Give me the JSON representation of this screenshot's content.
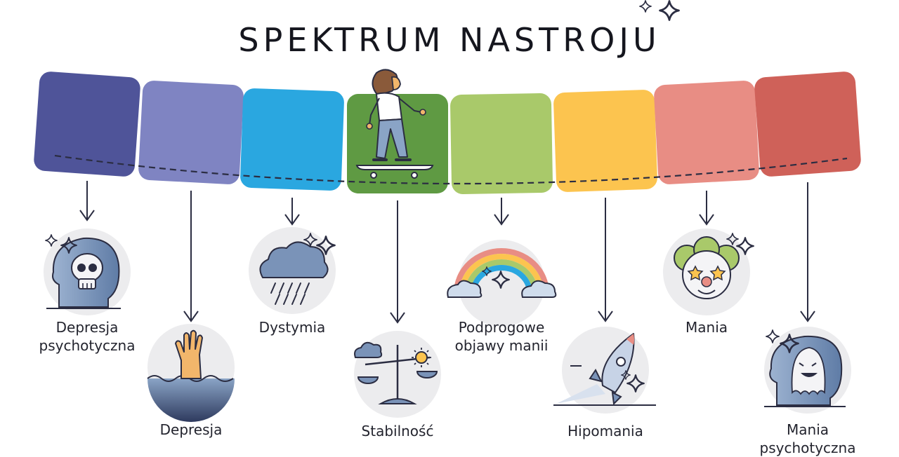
{
  "title": "SPEKTRUM NASTROJU",
  "colors": [
    "#4f5499",
    "#7f84c2",
    "#2aa7e0",
    "#5f9a43",
    "#a9c96a",
    "#fcc44f",
    "#e88d84",
    "#cf6159"
  ],
  "states": [
    {
      "label_line1": "Depresja",
      "label_line2": "psychotyczna",
      "icon": "skull-head-icon"
    },
    {
      "label_line1": "Depresja",
      "label_line2": "",
      "icon": "drowning-hand-icon"
    },
    {
      "label_line1": "Dystymia",
      "label_line2": "",
      "icon": "rain-cloud-icon"
    },
    {
      "label_line1": "Stabilność",
      "label_line2": "",
      "icon": "balance-scale-icon"
    },
    {
      "label_line1": "Podprogowe",
      "label_line2": "objawy manii",
      "icon": "rainbow-icon"
    },
    {
      "label_line1": "Hipomania",
      "label_line2": "",
      "icon": "rocket-icon"
    },
    {
      "label_line1": "Mania",
      "label_line2": "",
      "icon": "clown-face-icon"
    },
    {
      "label_line1": "Mania",
      "label_line2": "psychotyczna",
      "icon": "ghost-head-icon"
    }
  ],
  "figure_icon": "skateboarder-icon",
  "decor_icon": "sparkle-icon"
}
